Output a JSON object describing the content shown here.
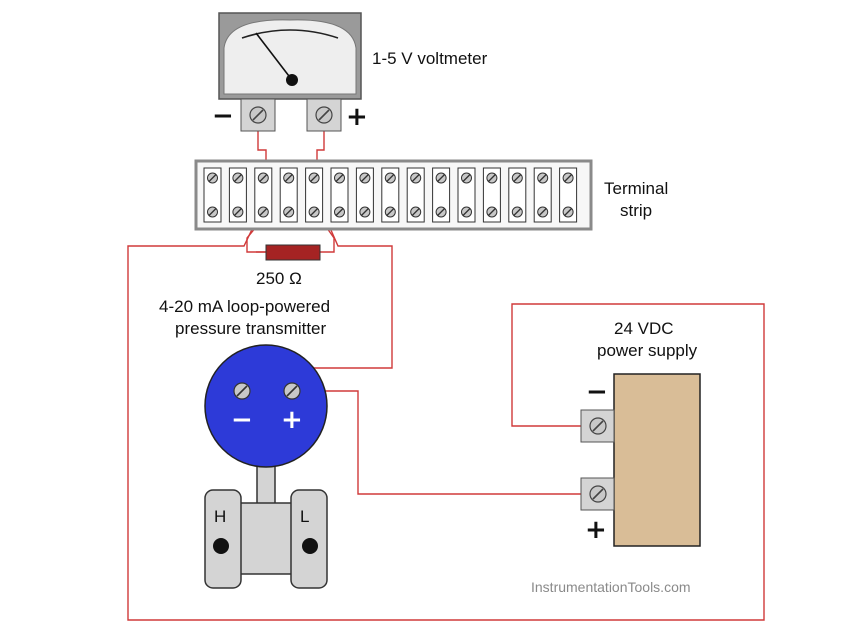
{
  "voltmeter": {
    "label": "1-5 V voltmeter",
    "minus_sign": "−",
    "plus_sign": "+"
  },
  "terminal_strip": {
    "label_line1": "Terminal",
    "label_line2": "strip"
  },
  "resistor": {
    "label": "250 Ω"
  },
  "transmitter": {
    "label_line1": "4-20 mA loop-powered",
    "label_line2": "pressure transmitter",
    "minus_sign": "−",
    "plus_sign": "+",
    "high_port_label": "H",
    "low_port_label": "L"
  },
  "power_supply": {
    "label_line1": "24 VDC",
    "label_line2": "power supply",
    "minus_sign": "−",
    "plus_sign": "+"
  },
  "watermark": "InstrumentationTools.com",
  "colors": {
    "wire": "#d03a3a",
    "meter_body": "#9a9a9a",
    "meter_face": "#eeeeee",
    "transmitter_body": "#2d3ad8",
    "power_supply_body": "#d9bd97",
    "resistor_body": "#a52323",
    "terminal_block": "#d4d4d4"
  },
  "icons": {
    "screw_terminal": "screw-icon"
  }
}
